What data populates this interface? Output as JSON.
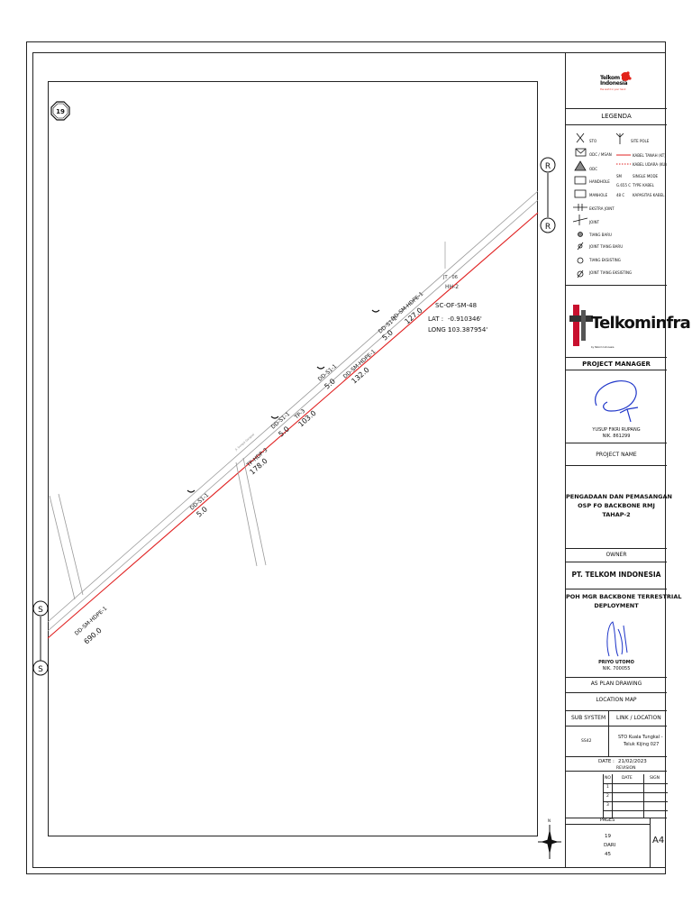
{
  "map": {
    "page_badge": "19",
    "marker_r": "R",
    "marker_s": "S",
    "jt_label": "JT - 06",
    "hh_label": "HH-2",
    "site_code": "SC-OF-SM-48",
    "lat_label": "LAT :",
    "lat_value": "-0.910346'",
    "long_label": "LONG :",
    "long_value": "103.387954'",
    "road_label": "Jl. Sungai Gangsal",
    "segments": [
      {
        "code": "DD-SM-HDPE-1",
        "length": "690.0"
      },
      {
        "code": "DD-S1-1",
        "length": "5.0"
      },
      {
        "code": "TP-HDP-3",
        "length": "178.0"
      },
      {
        "code": "DD-S1-1",
        "length": "5.0"
      },
      {
        "code": "TP-3",
        "length": "103.0"
      },
      {
        "code": "DD-S1-1",
        "length": "5.0"
      },
      {
        "code": "DD-SM-HDPE-1",
        "length": "132.0"
      },
      {
        "code": "DD-S1-1",
        "length": "5.0"
      },
      {
        "code": "DD-SM-HDPE-1",
        "length": "127.0"
      }
    ]
  },
  "title_block": {
    "logo_name": "Telkom Indonesia",
    "logo_tagline": "the world in your hand",
    "legend_title": "LEGENDA",
    "legend_left": [
      {
        "icon": "x-symbol-icon",
        "label": "STO"
      },
      {
        "icon": "envelope-icon",
        "label": "ODC / MSAN"
      },
      {
        "icon": "triangle-icon",
        "label": "ODC"
      },
      {
        "icon": "box-icon",
        "label": "HANDHOLE"
      },
      {
        "icon": "box-icon",
        "label": "MANHOLE"
      },
      {
        "icon": "joint-icon",
        "label": "EKSTRA JOINT"
      },
      {
        "icon": "cross-icon",
        "label": "JOINT"
      },
      {
        "icon": "dot-icon",
        "label": "TIANG BARU"
      },
      {
        "icon": "slash-dot-icon",
        "label": "JOINT TIANG BARU"
      },
      {
        "icon": "circle-icon",
        "label": "TIANG EKSISTING"
      },
      {
        "icon": "slash-circle-icon",
        "label": "JOINT TIANG EKSISTING"
      }
    ],
    "legend_right": [
      {
        "icon": "antenna-icon",
        "label": "SITE POLE"
      },
      {
        "icon": "red-line-icon",
        "label": "KABEL TANAH (KT)"
      },
      {
        "icon": "red-dotted-icon",
        "label": "KABEL UDARA (KU)"
      },
      {
        "icon": "text-sm",
        "code": "SM",
        "label": "SINGLE MODE"
      },
      {
        "icon": "text-ssmc",
        "code": "G.655 C",
        "label": "TYPE KABEL"
      },
      {
        "icon": "text-48c",
        "code": "48 C",
        "label": "KAPASITAS KABEL"
      }
    ],
    "brand": "Telkominfra",
    "brand_sub": "by Telkom Indonesia",
    "pm_title": "PROJECT MANAGER",
    "pm_name": "YUSUP FIKRI RUPANG",
    "pm_nik": "NIK. 861299",
    "project_name_title": "PROJECT NAME",
    "project_name_line1": "PENGADAAN DAN PEMASANGAN",
    "project_name_line2": "OSP FO BACKBONE RMJ",
    "project_name_line3": "TAHAP-2",
    "owner_title": "OWNER",
    "owner_name": "PT. TELKOM INDONESIA",
    "owner_dept_line1": "POH MGR BACKBONE TERRESTRIAL",
    "owner_dept_line2": "DEPLOYMENT",
    "owner_sign_name": "PRIYO UTOMO",
    "owner_sign_nik": "NIK. 700055",
    "as_plan": "AS PLAN DRAWING",
    "location_map": "LOCATION MAP",
    "sub_system_label": "SUB SYSTEM",
    "link_label": "LINK / LOCATION",
    "sub_system_value": "SS42",
    "link_value_line1": "STO Kuala Tungkal -",
    "link_value_line2": "Teluk Kijing 027",
    "date_label": "DATE :",
    "date_value": "21/02/2023",
    "revision_title": "REVISION",
    "rev_cols": [
      "NO",
      "DATE",
      "SIGN"
    ],
    "rev_rows": [
      "1",
      "2",
      "3"
    ],
    "pages_title": "PAGES",
    "page_no": "19",
    "of_label": "DARI",
    "total_pages": "45",
    "paper_size": "A4",
    "north_label": "N"
  }
}
